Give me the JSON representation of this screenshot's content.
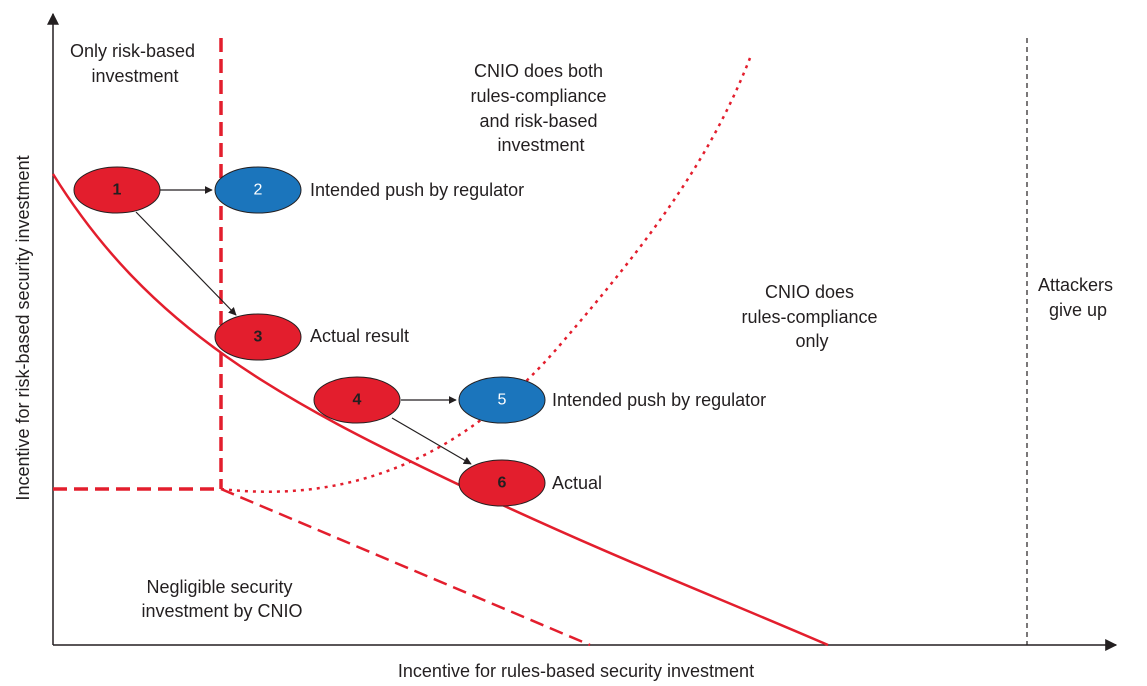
{
  "colors": {
    "red": "#e31e2d",
    "blue": "#1b75bc",
    "ink": "#231f20"
  },
  "axes": {
    "x_label": "Incentive for rules-based security investment",
    "y_label": "Incentive for risk-based security investment"
  },
  "regions": {
    "only_risk": [
      "Only risk-based",
      "investment"
    ],
    "both": [
      "CNIO does both",
      "rules-compliance",
      "and risk-based",
      "investment"
    ],
    "rules_only": [
      "CNIO does",
      "rules-compliance",
      "only"
    ],
    "attackers": [
      "Attackers",
      "give up"
    ],
    "negligible": [
      "Negligible security",
      "investment by CNIO"
    ]
  },
  "nodes": [
    {
      "id": "1",
      "label": ""
    },
    {
      "id": "2",
      "label": "Intended push by regulator"
    },
    {
      "id": "3",
      "label": "Actual result"
    },
    {
      "id": "4",
      "label": ""
    },
    {
      "id": "5",
      "label": "Intended push by regulator"
    },
    {
      "id": "6",
      "label": "Actual"
    }
  ]
}
